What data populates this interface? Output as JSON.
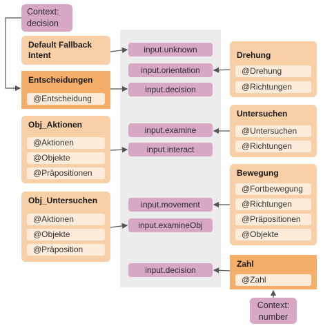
{
  "contexts": {
    "decision": "Context:\ndecision",
    "number": "Context:\nnumber"
  },
  "groups": {
    "default_fallback": {
      "title": "Default Fallback Intent"
    },
    "entscheidungen": {
      "title": "Entscheidungen",
      "items": [
        "@Entscheidung"
      ]
    },
    "obj_aktionen": {
      "title": "Obj_Aktionen",
      "items": [
        "@Aktionen",
        "@Objekte",
        "@Präpositionen"
      ]
    },
    "obj_untersuchen": {
      "title": "Obj_Untersuchen",
      "items": [
        "@Aktionen",
        "@Objekte",
        "@Präposition"
      ]
    },
    "drehung": {
      "title": "Drehung",
      "items": [
        "@Drehung",
        "@Richtungen"
      ]
    },
    "untersuchen": {
      "title": "Untersuchen",
      "items": [
        "@Untersuchen",
        "@Richtungen"
      ]
    },
    "bewegung": {
      "title": "Bewegung",
      "items": [
        "@Fortbewegung",
        "@Richtungen",
        "@Präpositionen",
        "@Objekte"
      ]
    },
    "zahl": {
      "title": "Zahl",
      "items": [
        "@Zahl"
      ]
    }
  },
  "inputs": [
    "input.unknown",
    "input.orientation",
    "input.decision",
    "input.examine",
    "input.interact",
    "input.movement",
    "input.examineObj",
    "input.decision"
  ],
  "colors": {
    "context": "#d8a7c4",
    "group": "#f8cfa6",
    "group_active": "#f5ae69",
    "entity": "#fcecd9",
    "panel": "#ececec",
    "arrow": "#555555"
  }
}
